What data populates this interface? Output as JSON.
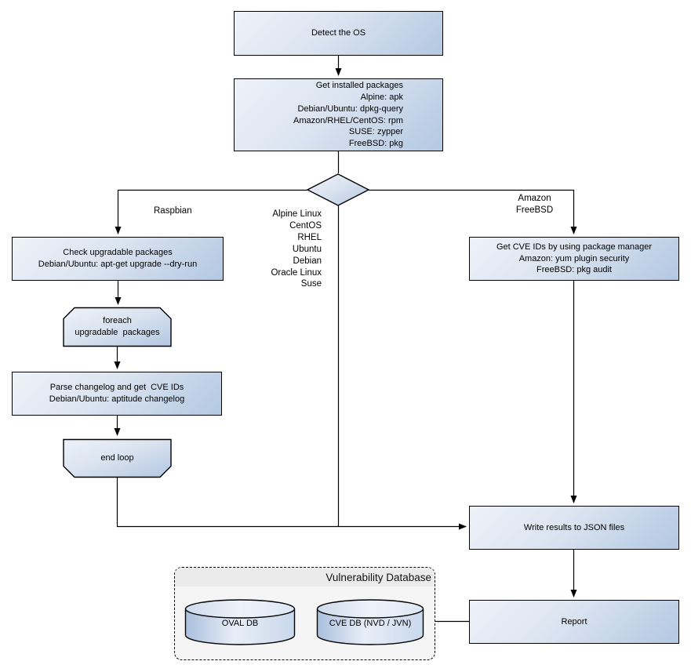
{
  "diagram": {
    "nodes": {
      "detect_os": {
        "label": "Detect the OS"
      },
      "get_installed_packages": {
        "lines": [
          "Get installed packages",
          "Alpine: apk",
          "Debian/Ubuntu: dpkg-query",
          "Amazon/RHEL/CentOS: rpm",
          "SUSE: zypper",
          "FreeBSD: pkg"
        ]
      },
      "os_decision": {
        "type": "decision",
        "label": ""
      },
      "check_upgradable": {
        "lines": [
          "Check upgradable packages",
          "Debian/Ubuntu: apt-get upgrade --dry-run"
        ]
      },
      "foreach_loop": {
        "lines": [
          "foreach",
          "upgradable  packages"
        ]
      },
      "parse_changelog": {
        "lines": [
          "Parse changelog and get  CVE IDs",
          "Debian/Ubuntu: aptitude changelog"
        ]
      },
      "end_loop": {
        "label": "end loop"
      },
      "get_cve_ids": {
        "lines": [
          "Get CVE IDs by using package manager",
          "Amazon: yum plugin security",
          "FreeBSD: pkg audit"
        ]
      },
      "write_results": {
        "label": "Write results to JSON files"
      },
      "report": {
        "label": "Report"
      },
      "vulnerability_database": {
        "title": "Vulnerability Database",
        "cylinders": [
          {
            "label": "OVAL DB"
          },
          {
            "label": "CVE DB (NVD / JVN)"
          }
        ]
      }
    },
    "edge_labels": {
      "raspbian": "Raspbian",
      "os_list": [
        "Alpine Linux",
        "CentOS",
        "RHEL",
        "Ubuntu",
        "Debian",
        "Oracle Linux",
        "Suse"
      ],
      "amazon_freebsd": [
        "Amazon",
        "FreeBSD"
      ]
    },
    "colors": {
      "node_fill_light": "#eef2f9",
      "node_fill_dark": "#b3c8e2",
      "node_border": "#000000",
      "edge_stroke": "#000000",
      "group_fill": "#f5f5f5",
      "group_title_fill": "#ebebeb",
      "text": "#000000"
    }
  }
}
